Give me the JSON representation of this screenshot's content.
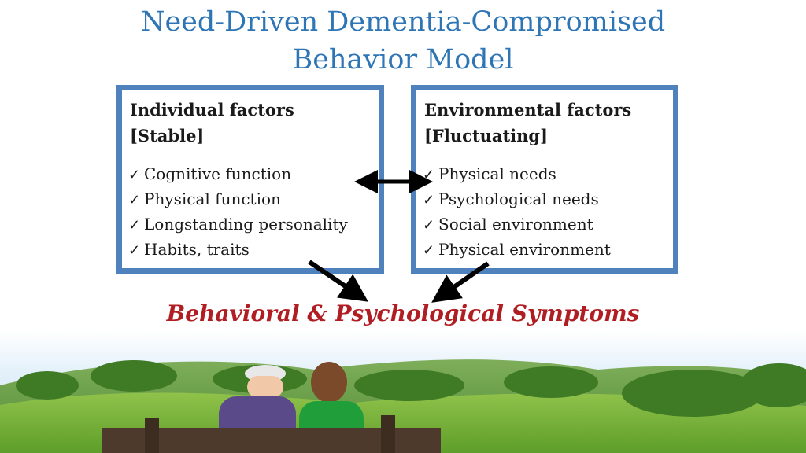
{
  "title": {
    "line1": "Need-Driven Dementia-Compromised",
    "line2": "Behavior Model"
  },
  "individual_factors": {
    "heading_line1": "Individual factors",
    "heading_line2": "[Stable]",
    "items": [
      "Cognitive function",
      "Physical function",
      "Longstanding personality",
      "Habits, traits"
    ]
  },
  "environmental_factors": {
    "heading_line1": "Environmental factors",
    "heading_line2": "[Fluctuating]",
    "items": [
      "Physical needs",
      "Psychological needs",
      "Social environment",
      "Physical environment"
    ]
  },
  "outcome": "Behavioral & Psychological Symptoms",
  "check_glyph": "✓",
  "colors": {
    "title": "#2e75b6",
    "box_border": "#4f81bd",
    "outcome": "#b01e23",
    "arrows": "#000000"
  },
  "icons": {
    "bidirectional": "double-arrow-icon",
    "to_outcome": "down-arrow-icon"
  }
}
